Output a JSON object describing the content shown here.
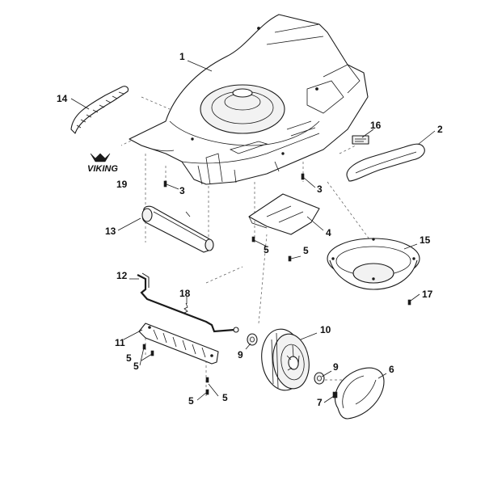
{
  "logo": {
    "text": "VIKING"
  },
  "callouts": {
    "c1": "1",
    "c2": "2",
    "c3a": "3",
    "c3b": "3",
    "c4": "4",
    "c5a": "5",
    "c5b": "5",
    "c5c": "5",
    "c5d": "5",
    "c5e": "5",
    "c5f": "5",
    "c6": "6",
    "c7": "7",
    "c9a": "9",
    "c9b": "9",
    "c10": "10",
    "c11": "11",
    "c12": "12",
    "c13": "13",
    "c14": "14",
    "c15": "15",
    "c16": "16",
    "c17": "17",
    "c18": "18",
    "c19": "19"
  }
}
